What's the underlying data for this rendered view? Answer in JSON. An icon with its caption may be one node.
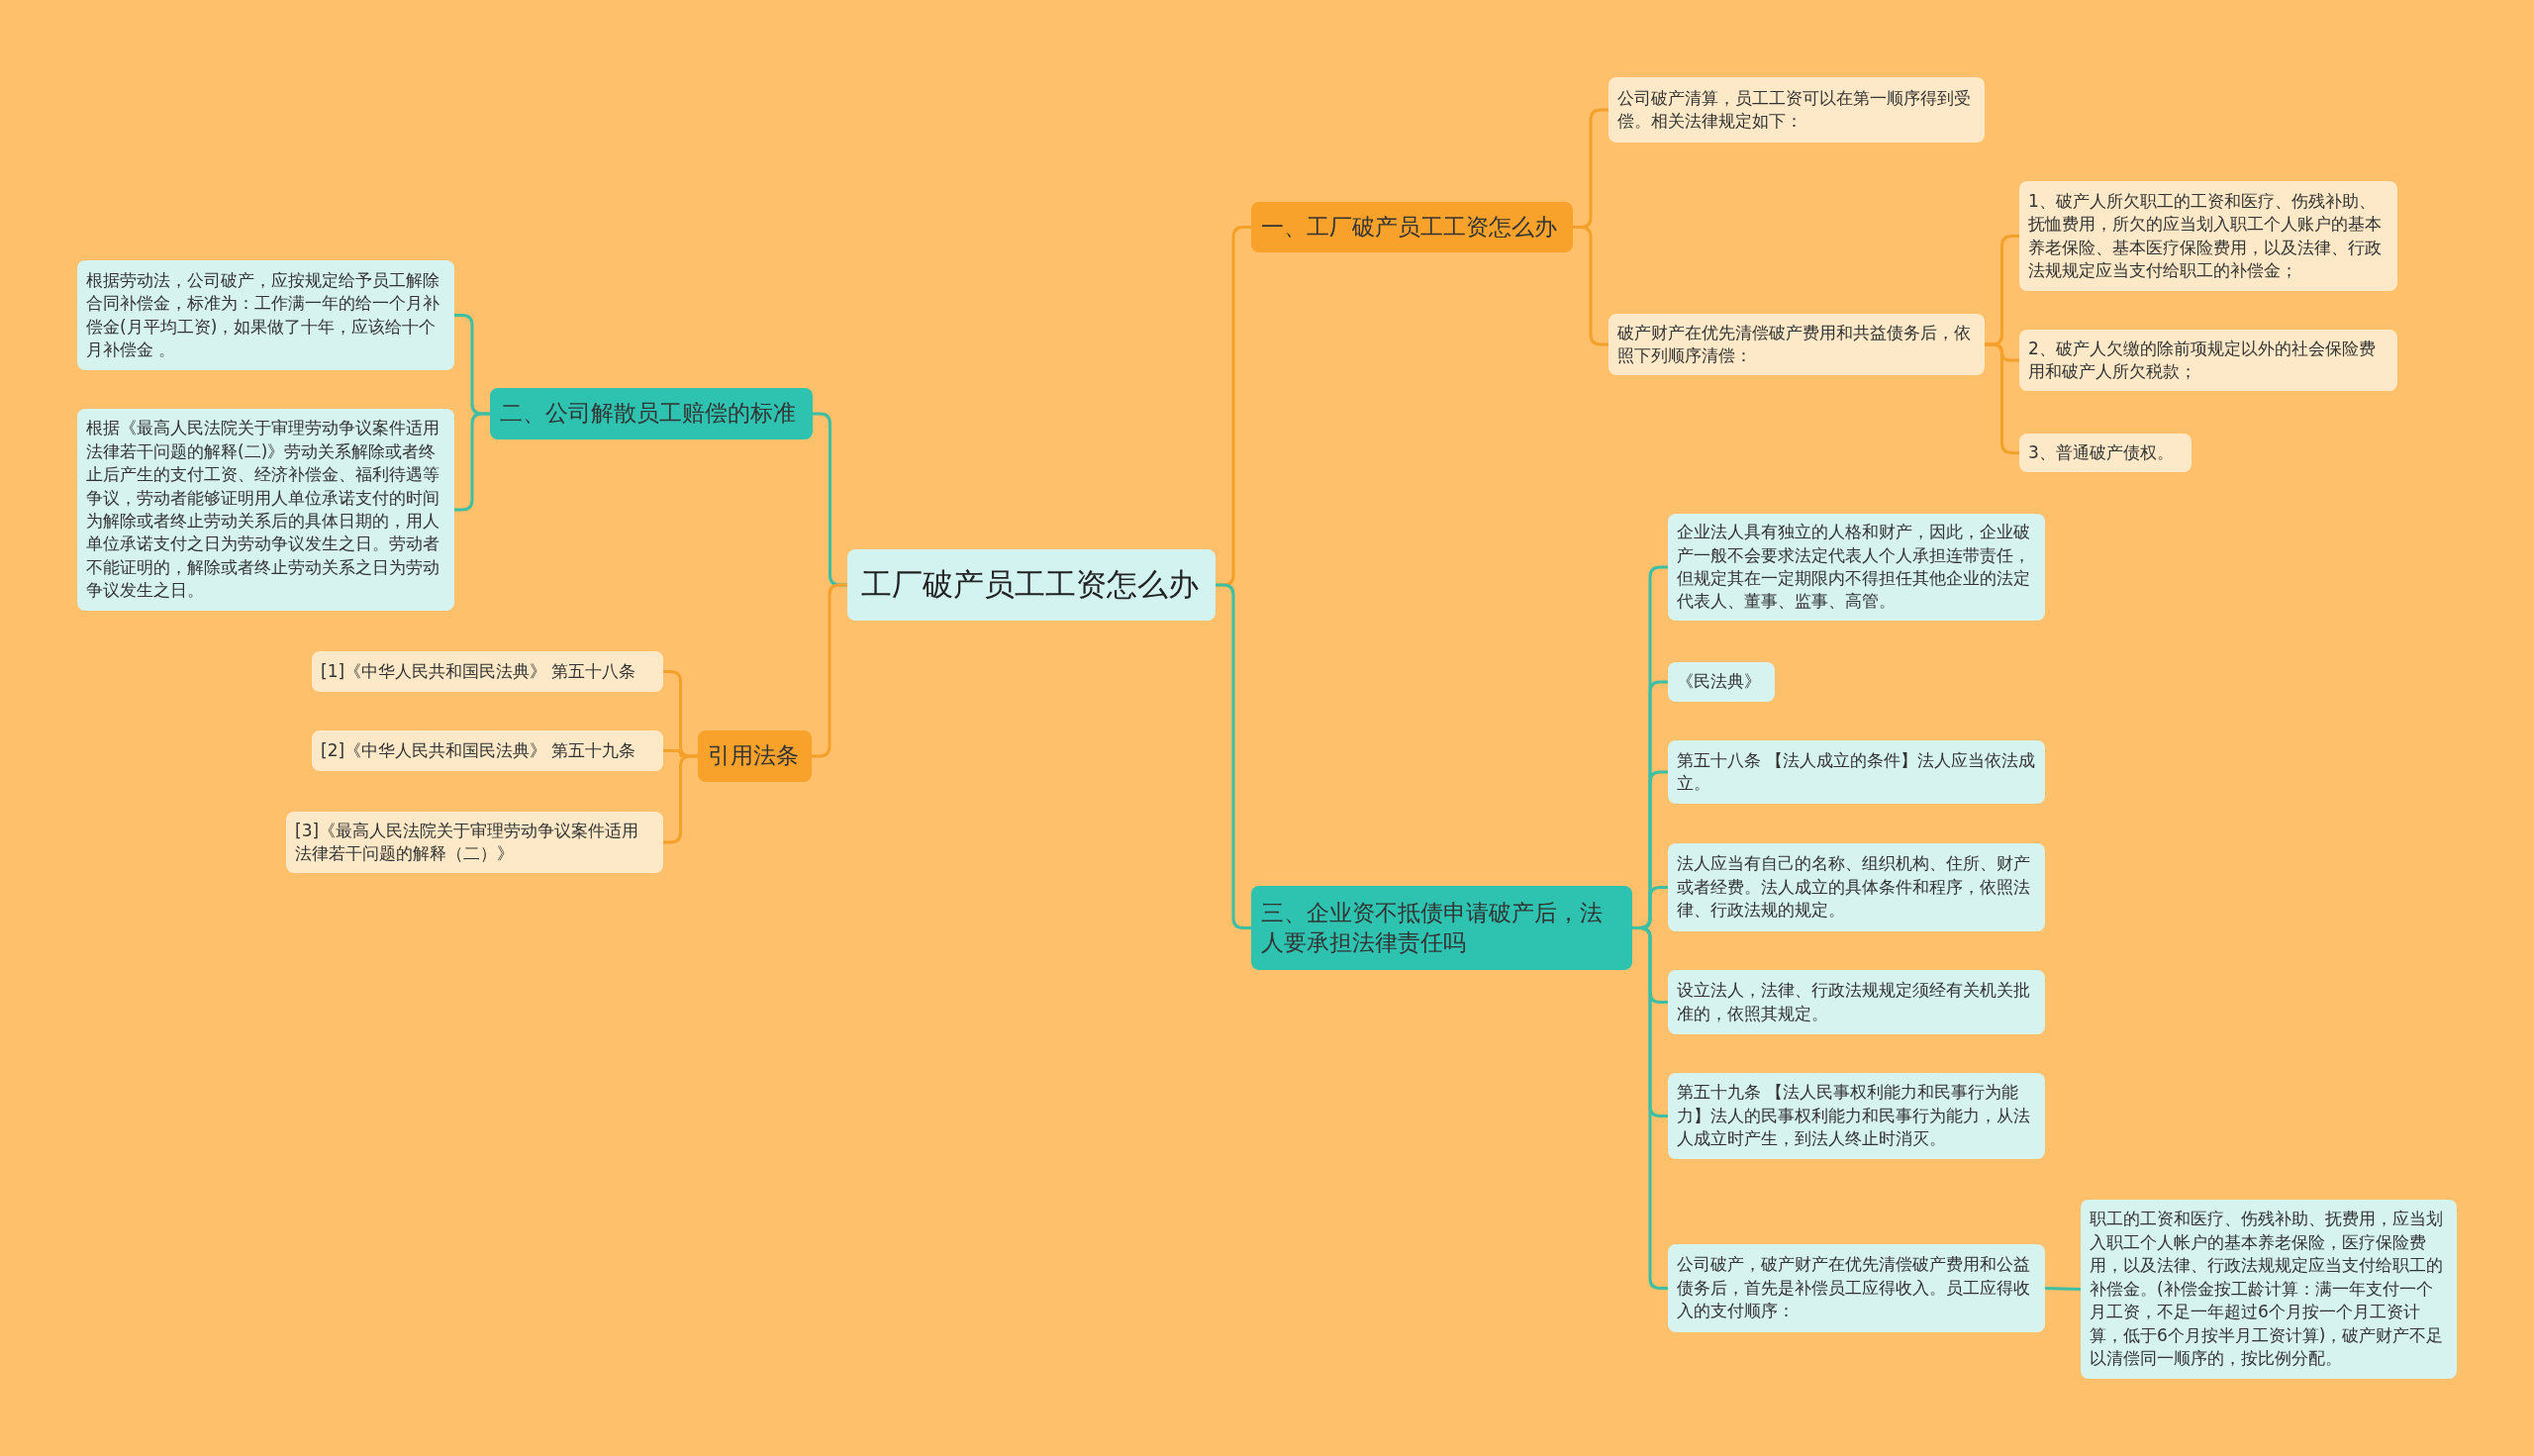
{
  "diagram": {
    "nodes": [
      {
        "text": [
          "工厂破产员工工资怎么办"
        ]
      },
      {
        "text": [
          "一、工厂破产员工工资怎么办"
        ]
      },
      {
        "text": [
          "公司破产清算，员工工资可以在第一顺序得到受偿。相关法律规定如下："
        ]
      },
      {
        "text": [
          "破产财产在优先清偿破产费用和共益债务后，依照下列顺序清偿："
        ]
      },
      {
        "text": [
          "1、破产人所欠职工的工资和医疗、伤残补助、抚恤费用，所欠的应当划入职工个人账户的基本养老保险、基本医疗保险费用，以及法律、行政法规规定应当支付给职工的补偿金；"
        ]
      },
      {
        "text": [
          "2、破产人欠缴的除前项规定以外的社会保险费用和破产人所欠税款；"
        ]
      },
      {
        "text": [
          "3、普通破产债权。"
        ]
      },
      {
        "text": [
          "三、企业资不抵债申请破产后，法人要承担法律责任吗"
        ]
      },
      {
        "text": [
          "企业法人具有独立的人格和财产，因此，企业破产一般不会要求法定代表人个人承担连带责任，但规定其在一定期限内不得担任其他企业的法定代表人、董事、监事、高管。"
        ]
      },
      {
        "text": [
          "《民法典》"
        ]
      },
      {
        "text": [
          "第五十八条 【法人成立的条件】法人应当依法成立。"
        ]
      },
      {
        "text": [
          "法人应当有自己的名称、组织机构、住所、财产或者经费。法人成立的具体条件和程序，依照法律、行政法规的规定。"
        ]
      },
      {
        "text": [
          "设立法人，法律、行政法规规定须经有关机关批准的，依照其规定。"
        ]
      },
      {
        "text": [
          "第五十九条 【法人民事权利能力和民事行为能力】法人的民事权利能力和民事行为能力，从法人成立时产生，到法人终止时消灭。"
        ]
      },
      {
        "text": [
          "公司破产，破产财产在优先清偿破产费用和公益债务后，首先是补偿员工应得收入。员工应得收入的支付顺序："
        ]
      },
      {
        "text": [
          "职工的工资和医疗、伤残补助、抚费用，应当划入职工个人帐户的基本养老保险，医疗保险费用，以及法律、行政法规规定应当支付给职工的补偿金。(补偿金按工龄计算：满一年支付一个月工资，不足一年超过6个月按一个月工资计算，低于6个月按半月工资计算)，破产财产不足以清偿同一顺序的，按比例分配。"
        ]
      },
      {
        "text": [
          "二、公司解散员工赔偿的标准"
        ]
      },
      {
        "text": [
          "根据劳动法，公司破产，应按规定给予员工解除合同补偿金，标准为：工作满一年的给一个月补偿金(月平均工资)，如果做了十年，应该给十个月补偿金 。"
        ]
      },
      {
        "text": [
          "根据《最高人民法院关于审理劳动争议案件适用法律若干问题的解释(二)》劳动关系解除或者终止后产生的支付工资、经济补偿金、福利待遇等争议，劳动者能够证明用人单位承诺支付的时间为解除或者终止劳动关系后的具体日期的，用人单位承诺支付之日为劳动争议发生之日。劳动者不能证明的，解除或者终止劳动关系之日为劳动争议发生之日。"
        ]
      },
      {
        "text": [
          "引用法条"
        ]
      },
      {
        "text": [
          "[1]《中华人民共和国民法典》 第五十八条"
        ]
      },
      {
        "text": [
          "[2]《中华人民共和国民法典》 第五十九条"
        ]
      },
      {
        "text": [
          "[3]《最高人民法院关于审理劳动争议案件适用法律若干问题的解释（二）》"
        ]
      }
    ],
    "edges": [
      {
        "from": 0,
        "to": 1,
        "arrow": "none",
        "color": "#f5a02a"
      },
      {
        "from": 1,
        "to": 2,
        "arrow": "none",
        "color": "#f5a02a"
      },
      {
        "from": 1,
        "to": 3,
        "arrow": "none",
        "color": "#f5a02a"
      },
      {
        "from": 3,
        "to": 4,
        "arrow": "none",
        "color": "#f5a02a"
      },
      {
        "from": 3,
        "to": 5,
        "arrow": "none",
        "color": "#f5a02a"
      },
      {
        "from": 3,
        "to": 6,
        "arrow": "none",
        "color": "#f5a02a"
      },
      {
        "from": 0,
        "to": 7,
        "arrow": "none"
      },
      {
        "from": 7,
        "to": 8,
        "arrow": "none"
      },
      {
        "from": 7,
        "to": 9,
        "arrow": "none"
      },
      {
        "from": 7,
        "to": 10,
        "arrow": "none"
      },
      {
        "from": 7,
        "to": 11,
        "arrow": "none"
      },
      {
        "from": 7,
        "to": 12,
        "arrow": "none"
      },
      {
        "from": 7,
        "to": 13,
        "arrow": "none"
      },
      {
        "from": 7,
        "to": 14,
        "arrow": "none"
      },
      {
        "from": 14,
        "to": 15,
        "arrow": "none"
      },
      {
        "from": 0,
        "to": 16,
        "arrow": "none"
      },
      {
        "from": 16,
        "to": 17,
        "arrow": "none"
      },
      {
        "from": 16,
        "to": 18,
        "arrow": "none"
      },
      {
        "from": 0,
        "to": 19,
        "arrow": "none",
        "color": "#f5a02a"
      },
      {
        "from": 19,
        "to": 20,
        "arrow": "none",
        "color": "#f5a02a"
      },
      {
        "from": 19,
        "to": 21,
        "arrow": "none",
        "color": "#f5a02a"
      },
      {
        "from": 19,
        "to": 22,
        "arrow": "none",
        "color": "#f5a02a"
      }
    ]
  }
}
